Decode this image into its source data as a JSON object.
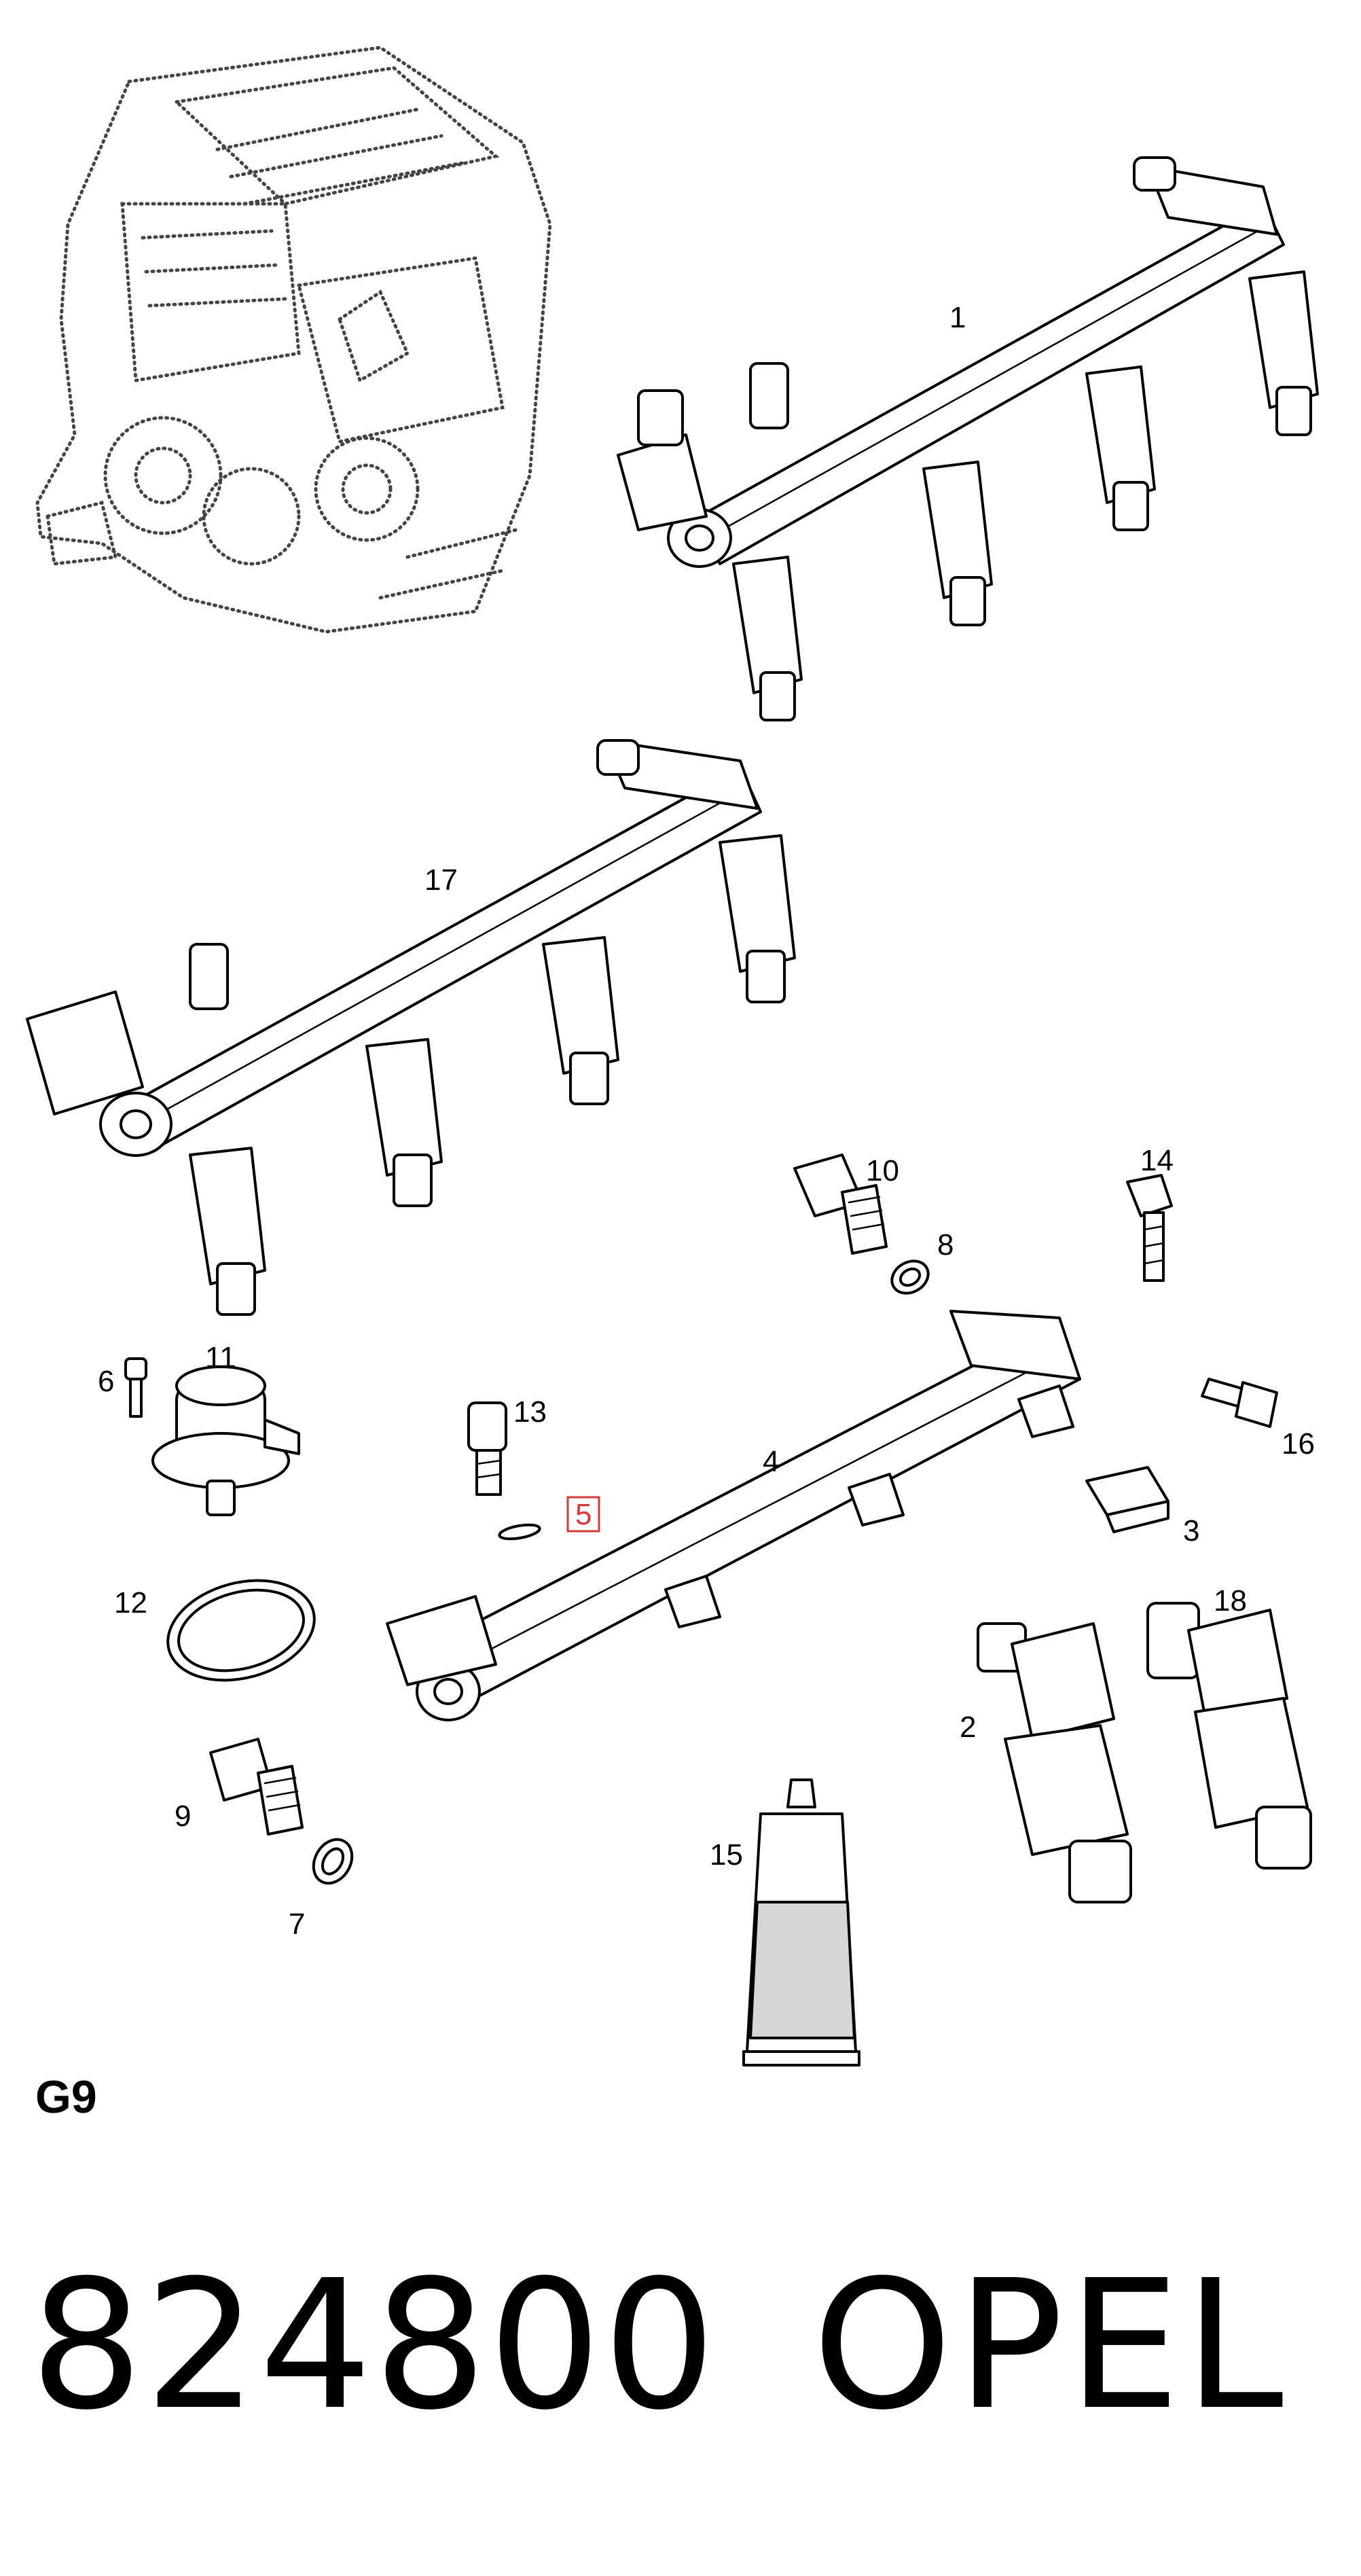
{
  "diagram": {
    "group_code": "G9",
    "part_number": "824800",
    "brand": "OPEL",
    "highlight_color": "#d43a3a",
    "callouts": {
      "c1": "1",
      "c2": "2",
      "c3": "3",
      "c4": "4",
      "c5": "5",
      "c6": "6",
      "c7": "7",
      "c8": "8",
      "c9": "9",
      "c10": "10",
      "c11": "11",
      "c12": "12",
      "c13": "13",
      "c14": "14",
      "c15": "15",
      "c16": "16",
      "c17": "17",
      "c18": "18"
    }
  }
}
